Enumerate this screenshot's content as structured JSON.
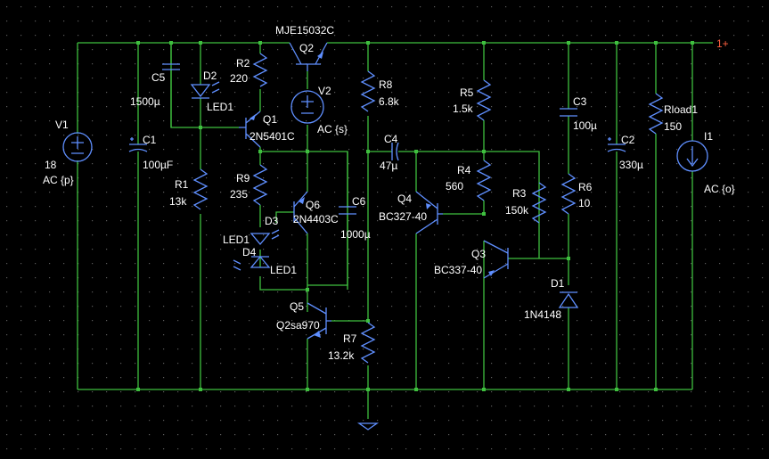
{
  "schematic": {
    "background_color": "#000000",
    "wire_color": "#3fbf3f",
    "component_color": "#5f8fff",
    "label_color": "#ffffff",
    "port_color": "#ff6040",
    "components": {
      "V1": {
        "ref": "V1",
        "value": "18",
        "extra": "AC {p}"
      },
      "C1": {
        "ref": "C1",
        "value": "100µF"
      },
      "C5": {
        "ref": "C5",
        "value": "1500µ"
      },
      "D2": {
        "ref": "D2",
        "value": "LED1"
      },
      "R1": {
        "ref": "R1",
        "value": "13k"
      },
      "R2": {
        "ref": "R2",
        "value": "220"
      },
      "Q2": {
        "ref": "Q2",
        "value": "MJE15032C"
      },
      "V2": {
        "ref": "V2",
        "value": "AC {s}"
      },
      "Q1": {
        "ref": "Q1",
        "value": "2N5401C"
      },
      "R9": {
        "ref": "R9",
        "value": "235"
      },
      "Q6": {
        "ref": "Q6",
        "value": "2N4403C"
      },
      "C6": {
        "ref": "C6",
        "value": "1000µ"
      },
      "D3": {
        "ref": "D3",
        "value": "LED1"
      },
      "D4": {
        "ref": "D4",
        "value": "LED1"
      },
      "Q5": {
        "ref": "Q5",
        "value": "Q2sa970"
      },
      "R7": {
        "ref": "R7",
        "value": "13.2k"
      },
      "R8": {
        "ref": "R8",
        "value": "6.8k"
      },
      "C4": {
        "ref": "C4",
        "value": "47µ"
      },
      "Q4": {
        "ref": "Q4",
        "value": "BC327-40"
      },
      "R5": {
        "ref": "R5",
        "value": "1.5k"
      },
      "R4": {
        "ref": "R4",
        "value": "560"
      },
      "R3": {
        "ref": "R3",
        "value": "150k"
      },
      "Q3": {
        "ref": "Q3",
        "value": "BC337-40"
      },
      "C3": {
        "ref": "C3",
        "value": "100µ"
      },
      "R6": {
        "ref": "R6",
        "value": "10"
      },
      "D1": {
        "ref": "D1",
        "value": "1N4148"
      },
      "C2": {
        "ref": "C2",
        "value": "330µ"
      },
      "Rload": {
        "ref": "Rload1",
        "value": "150"
      },
      "I1": {
        "ref": "I1",
        "value": "AC {o}"
      }
    },
    "output_port": "1+"
  }
}
